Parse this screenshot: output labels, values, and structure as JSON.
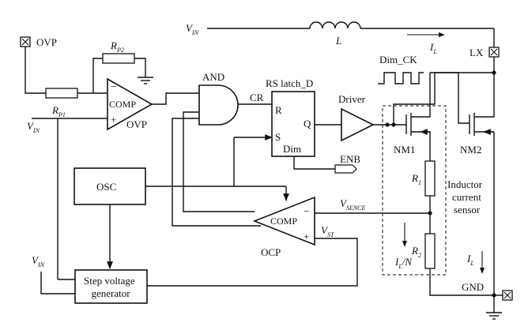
{
  "labels": {
    "vin_top": "V",
    "vin_top_sub": "IN",
    "inductor": "L",
    "lx": "LX",
    "il_top": "I",
    "il_top_sub": "L",
    "ovp_pin": "OVP",
    "rp2": "R",
    "rp2_sub": "P2",
    "rp1": "R",
    "rp1_sub": "P1",
    "vin_left": "V",
    "vin_left_sub": "IN",
    "vin_bottom": "V",
    "vin_bottom_sub": "IN",
    "comp_ovp": "COMP",
    "ovp_comp_label": "OVP",
    "minus": "−",
    "plus": "+",
    "and_label": "AND",
    "cr": "CR",
    "rs_latch": "RS latch_D",
    "r_pin": "R",
    "s_pin": "S",
    "q_pin": "Q",
    "dim_pin": "Dim",
    "dim_ck": "Dim_CK",
    "driver": "Driver",
    "enb": "ENB",
    "nm1": "NM1",
    "nm2": "NM2",
    "r1": "R",
    "r1_sub": "1",
    "r2": "R",
    "r2_sub": "2",
    "inductor_sensor": [
      "Inductor",
      "current",
      "sensor"
    ],
    "vsense": "V",
    "vsense_sub": "SENCE",
    "vst": "V",
    "vst_sub": "ST",
    "comp_ocp": "COMP",
    "ocp": "OCP",
    "osc": "OSC",
    "step_gen": [
      "Step voltage",
      "generator"
    ],
    "il_n": "I",
    "il_n_sub": "L",
    "il_n_tail": "/N",
    "il_right": "I",
    "il_right_sub": "L",
    "gnd": "GND"
  }
}
